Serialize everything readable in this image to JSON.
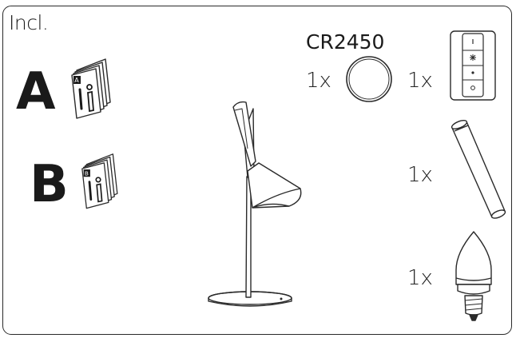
{
  "header": {
    "incl_label": "Incl."
  },
  "manuals": [
    {
      "letter": "A"
    },
    {
      "letter": "B"
    }
  ],
  "battery": {
    "model": "CR2450",
    "quantity": "1x"
  },
  "remote": {
    "quantity": "1x"
  },
  "stem": {
    "quantity": "1x"
  },
  "bulb": {
    "quantity": "1x"
  },
  "icons": [
    "manual-booklet-icon",
    "battery-icon",
    "dimmer-switch-icon",
    "lamp-icon",
    "stem-tube-icon",
    "light-bulb-icon"
  ],
  "colors": {
    "line": "#2a2a2a",
    "fill": "#ffffff"
  }
}
